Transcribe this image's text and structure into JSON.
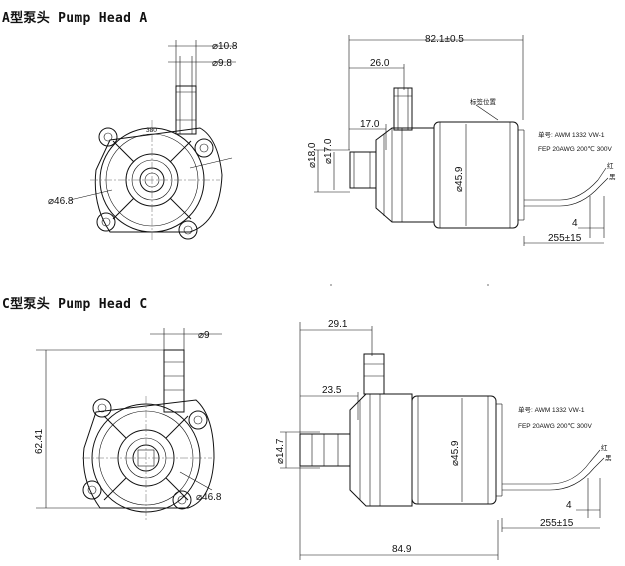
{
  "headings": {
    "pump_a": "A型泵头 Pump Head A",
    "pump_c": "C型泵头 Pump Head C"
  },
  "pump_a": {
    "dim_outlet_outer": "⌀10.8",
    "dim_outlet_inner": "⌀9.8",
    "dim_body": "⌀46.8",
    "dim_length": "82.1±0.5",
    "dim_outlet_pos": "26.0",
    "dim_inlet_len": "17.0",
    "dim_inlet_outer": "⌀18.0",
    "dim_inlet_inner": "⌀17.0",
    "dim_motor": "⌀45.9",
    "dim_wire_strip": "4",
    "dim_wire_len": "255±15",
    "label_tag": "标签位置",
    "cable_spec_1": "单号: AWM 1332 VW-1",
    "cable_spec_2": "FEP 20AWG 200℃ 300V",
    "wire_red": "红",
    "wire_black": "黑",
    "logo": "380"
  },
  "pump_c": {
    "dim_outlet": "⌀9",
    "dim_height": "62.41",
    "dim_body": "⌀46.8",
    "dim_outlet_pos": "29.1",
    "dim_inlet_len": "23.5",
    "dim_inlet": "⌀14.7",
    "dim_motor": "⌀45.9",
    "dim_length": "84.9",
    "dim_wire_strip": "4",
    "dim_wire_len": "255±15",
    "cable_spec_1": "单号: AWM 1332 VW-1",
    "cable_spec_2": "FEP 20AWG 200℃ 300V",
    "wire_red": "红",
    "wire_black": "黑"
  }
}
